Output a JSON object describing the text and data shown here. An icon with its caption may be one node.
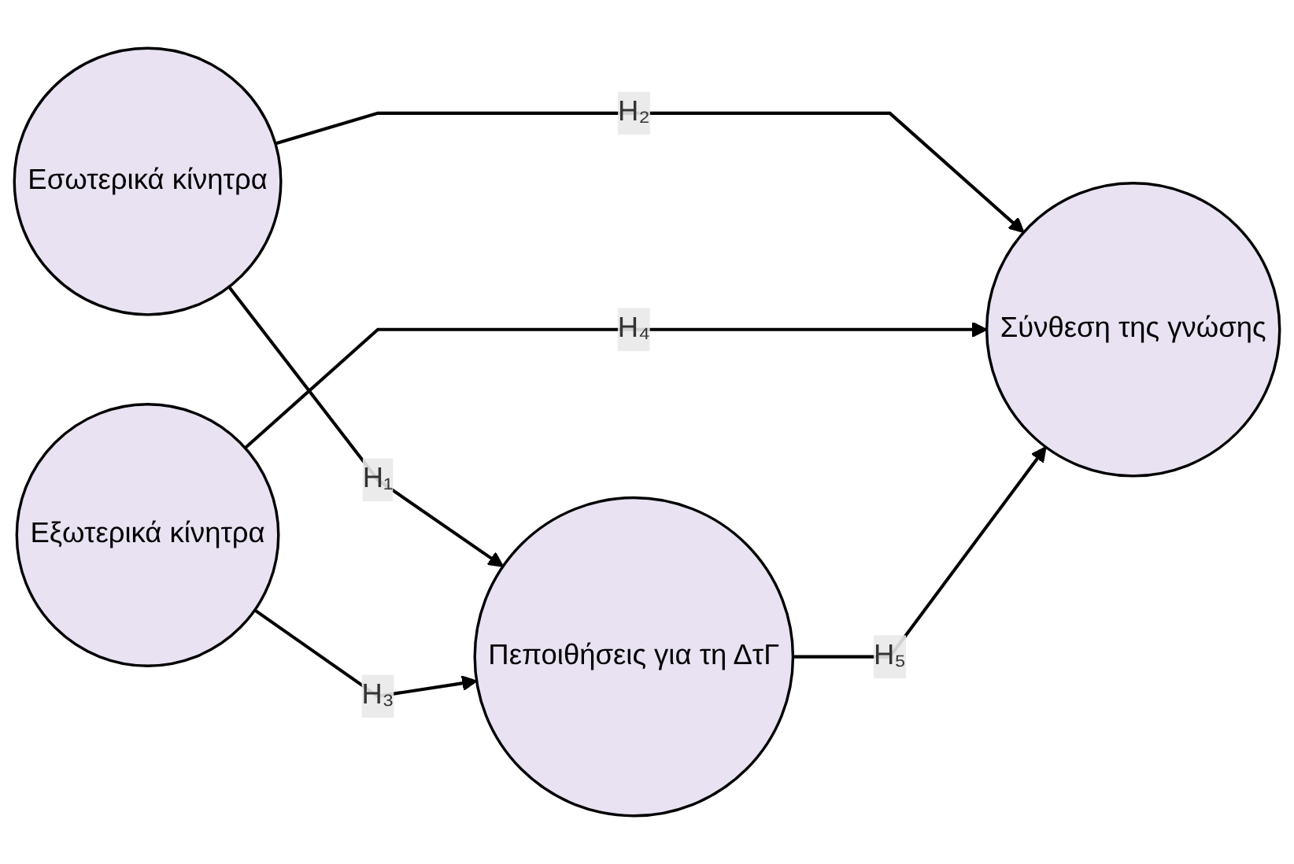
{
  "diagram": {
    "nodes": [
      {
        "text": [
          "Εσωτερικά κίνητρα"
        ]
      },
      {
        "text": [
          "Πεποιθήσεις για τη ΔτΓ"
        ]
      },
      {
        "text": [
          "Εξωτερικά κίνητρα"
        ]
      },
      {
        "text": [
          "Σύνθεση της γνώσης"
        ]
      }
    ],
    "edges": [
      {
        "from": 0,
        "to": 1,
        "arrow": "to",
        "label": "H₁"
      },
      {
        "from": 0,
        "to": 3,
        "arrow": "to",
        "label": "H₂"
      },
      {
        "from": 2,
        "to": 1,
        "arrow": "to",
        "label": "H₃"
      },
      {
        "from": 2,
        "to": 3,
        "arrow": "to",
        "label": "H₄"
      },
      {
        "from": 1,
        "to": 3,
        "arrow": "to",
        "label": "H₅"
      }
    ]
  }
}
